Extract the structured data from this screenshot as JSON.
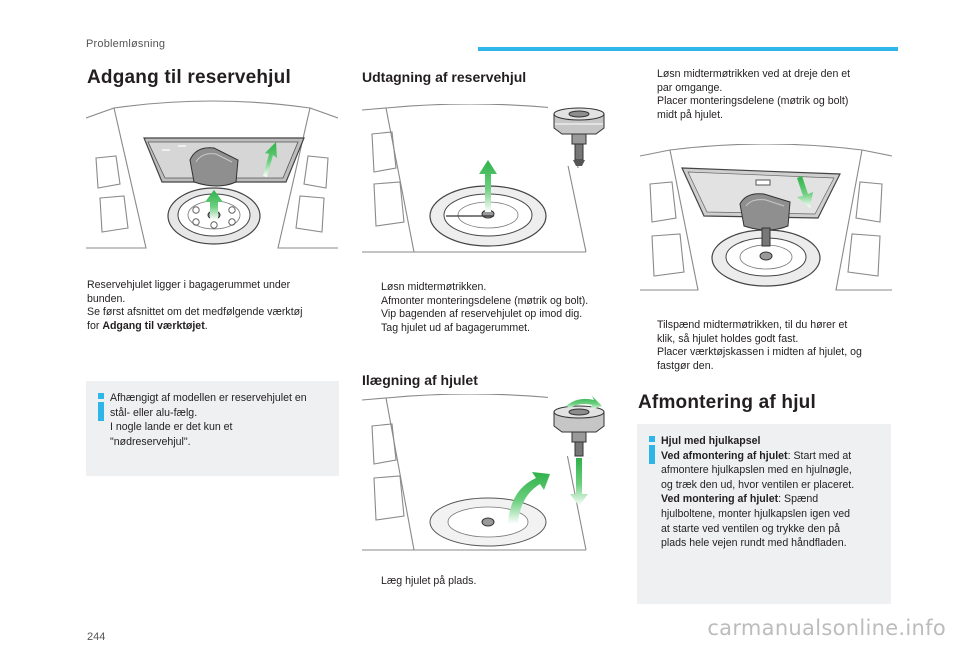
{
  "header": {
    "section": "Problemløsning"
  },
  "col1": {
    "title": "Adgang til reservehjul",
    "p1": "Reservehjulet ligger i bagagerummet under",
    "p2": "bunden.",
    "p3": "Se først afsnittet om det medfølgende værktøj",
    "p4_pre": "for ",
    "p4_bold": "Adgang til værktøjet",
    "p4_post": ".",
    "info": [
      "Afhængigt af modellen er reservehjulet en",
      "stål- eller alu-fælg.",
      "I nogle lande er det kun et",
      "\"nødreservehjul\"."
    ]
  },
  "col2": {
    "title_remove": "Udtagning af reservehjul",
    "bullets_remove": [
      "Løsn midtermøtrikken.",
      "Afmonter monteringsdelene (møtrik og bolt).",
      "Vip bagenden af reservehjulet op imod dig.",
      "Tag hjulet ud af bagagerummet."
    ],
    "title_place": "Ilægning af hjulet",
    "bullets_place": [
      "Læg hjulet på plads."
    ]
  },
  "col3": {
    "bullets_top": [
      [
        "Løsn midtermøtrikken ved at dreje den et",
        "par omgange."
      ],
      [
        "Placer monteringsdelene (møtrik og bolt)",
        "midt på hjulet."
      ]
    ],
    "bullets_bottom": [
      [
        "Tilspænd midtermøtrikken, til du hører et",
        "klik, så hjulet holdes godt fast."
      ],
      [
        "Placer værktøjskassen i midten af hjulet, og",
        "fastgør den."
      ]
    ],
    "title_dismount": "Afmontering af hjul",
    "info": {
      "heading": "Hjul med hjulkapsel",
      "l1_bold": "Ved afmontering af hjulet",
      "l1_rest": ": Start med at",
      "l2": "afmontere hjulkapslen med en hjulnøgle,",
      "l3": "og træk den ud, hvor ventilen er placeret.",
      "l4_bold": "Ved montering af hjulet",
      "l4_rest": ": Spænd",
      "l5": "hjulboltene, monter hjulkapslen igen ved",
      "l6": "at starte ved ventilen og trykke den på",
      "l7": "plads hele vejen rundt med håndfladen."
    }
  },
  "bullet_mark": "",
  "footer": {
    "page_number": "244",
    "watermark": "carmanualsonline.info"
  },
  "colors": {
    "accent": "#2eb5e9",
    "info_bg": "#eef0f1",
    "arrow_green": "#2fb14a",
    "text": "#231f20"
  }
}
